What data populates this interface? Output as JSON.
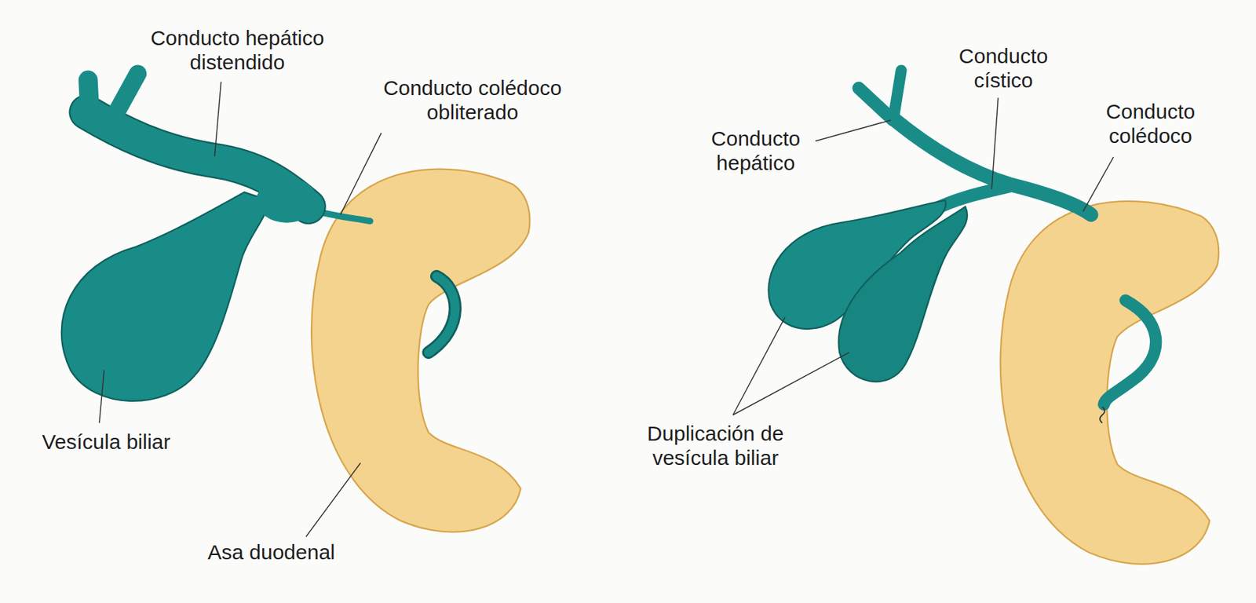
{
  "diagram": {
    "labels": [
      "Conducto hepático distendido",
      "Conducto cístico",
      "Conducto colédoco obliterado",
      "Conducto colédoco",
      "Conducto hepático",
      "Vesícula biliar",
      "Duplicación de vesícula biliar",
      "Asa duodenal"
    ]
  }
}
